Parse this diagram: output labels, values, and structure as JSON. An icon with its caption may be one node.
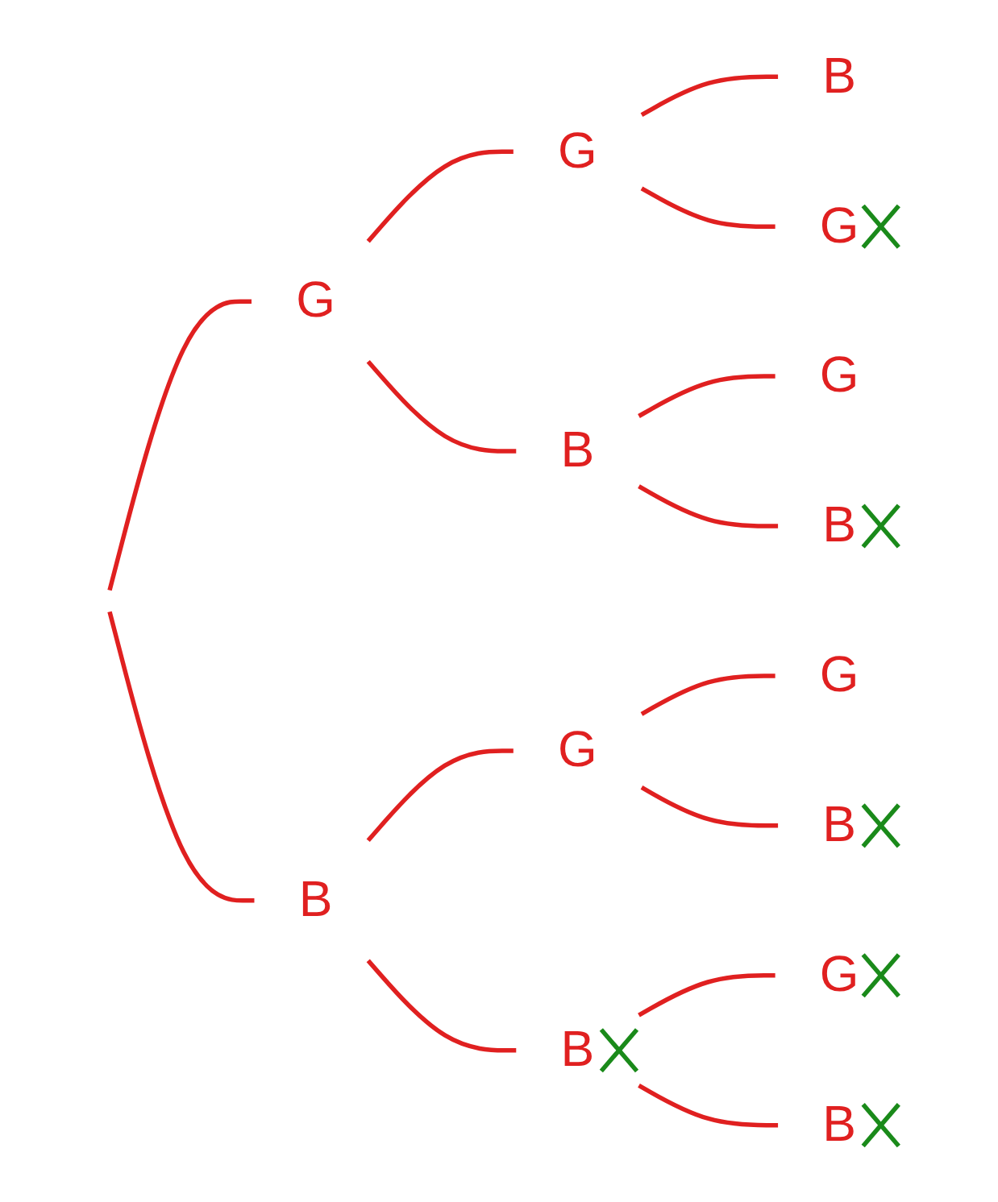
{
  "diagram": {
    "nodes": [
      {
        "text": [
          "G"
        ]
      },
      {
        "text": [
          "G"
        ]
      },
      {
        "text": [
          "B"
        ]
      },
      {
        "text": [
          "G"
        ]
      },
      {
        "text": [
          "B"
        ]
      },
      {
        "text": [
          "G"
        ]
      },
      {
        "text": [
          "B"
        ]
      },
      {
        "text": [
          "B"
        ]
      },
      {
        "text": [
          "G"
        ]
      },
      {
        "text": [
          "G"
        ]
      },
      {
        "text": [
          "B"
        ]
      },
      {
        "text": [
          "B"
        ]
      },
      {
        "text": [
          "G"
        ]
      },
      {
        "text": [
          "B"
        ]
      }
    ],
    "edges": [
      {
        "from": null,
        "to": 0,
        "arrow": "none"
      },
      {
        "from": null,
        "to": 7,
        "arrow": "none"
      },
      {
        "from": 0,
        "to": 1,
        "arrow": "none"
      },
      {
        "from": 0,
        "to": 4,
        "arrow": "none"
      },
      {
        "from": 1,
        "to": 2,
        "arrow": "none"
      },
      {
        "from": 1,
        "to": 3,
        "arrow": "none"
      },
      {
        "from": 4,
        "to": 5,
        "arrow": "none"
      },
      {
        "from": 4,
        "to": 6,
        "arrow": "none"
      },
      {
        "from": 7,
        "to": 8,
        "arrow": "none"
      },
      {
        "from": 7,
        "to": 11,
        "arrow": "none"
      },
      {
        "from": 8,
        "to": 9,
        "arrow": "none"
      },
      {
        "from": 8,
        "to": 10,
        "arrow": "none"
      },
      {
        "from": 11,
        "to": 12,
        "arrow": "none"
      },
      {
        "from": 11,
        "to": 13,
        "arrow": "none"
      }
    ]
  }
}
